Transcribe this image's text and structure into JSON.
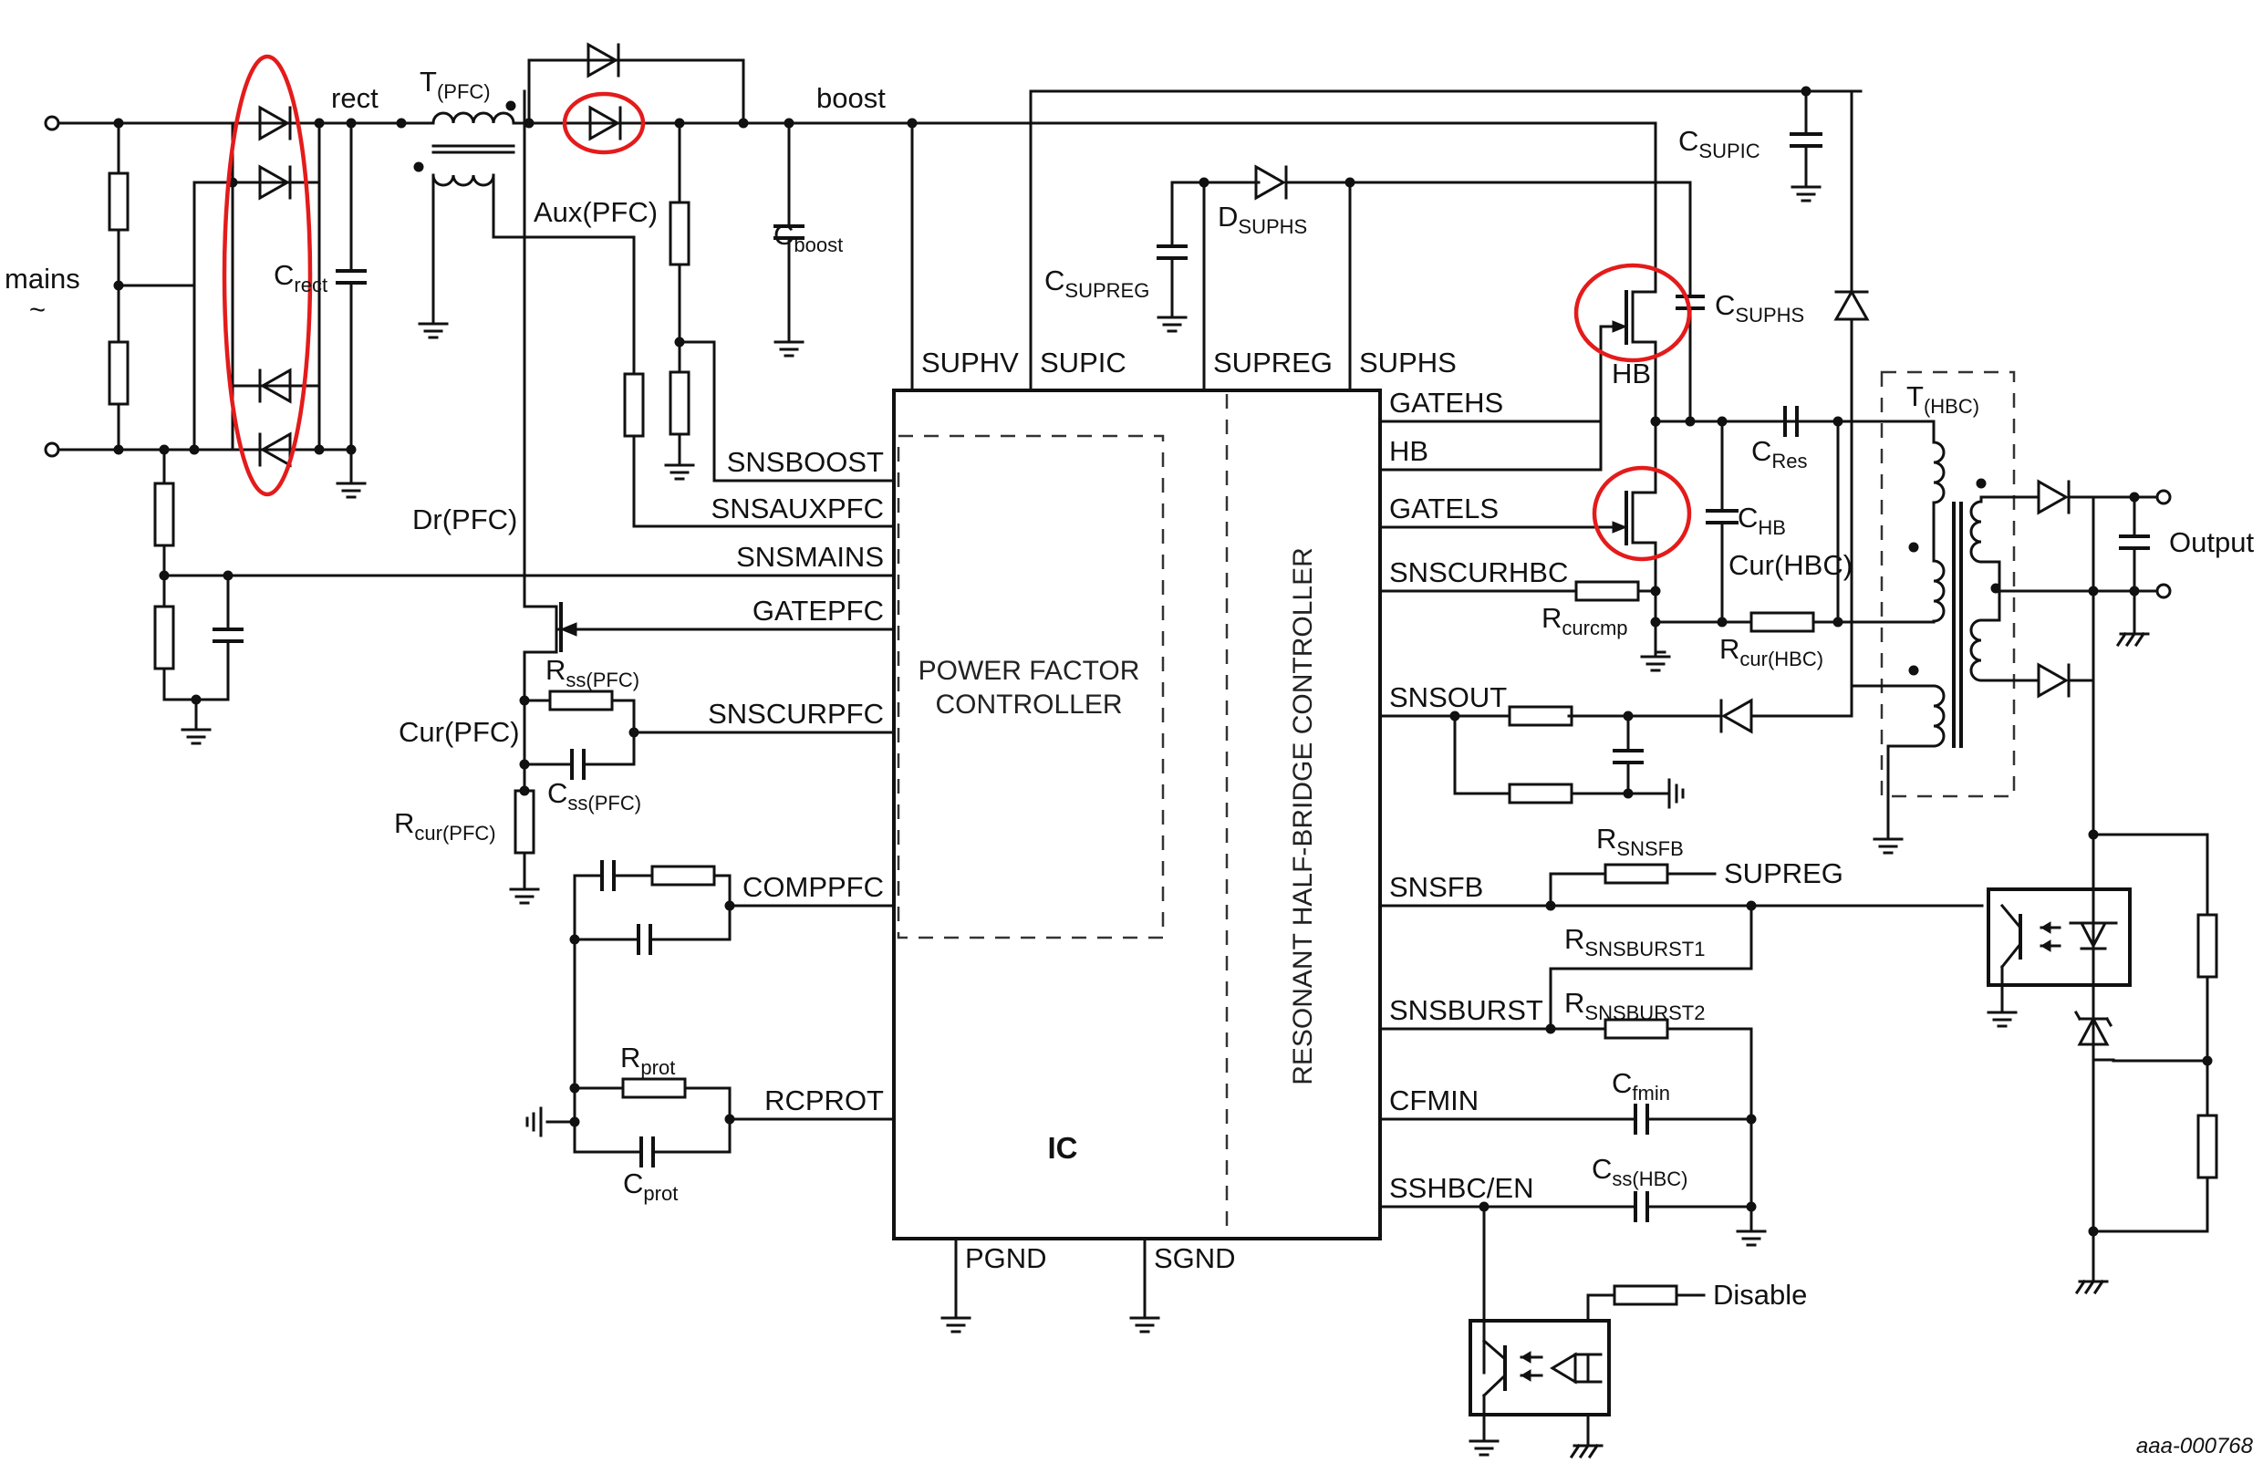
{
  "labels": {
    "mains": "mains",
    "tilde": "~",
    "rect": "rect",
    "boost": "boost",
    "aux_pfc": "Aux(PFC)",
    "dr_pfc": "Dr(PFC)",
    "cur_pfc": "Cur(PFC)",
    "cur_hbc": "Cur(HBC)",
    "hb": "HB",
    "output": "Output",
    "supreg_ref": "SUPREG",
    "disable": "Disable",
    "ic": "IC",
    "pfc_block_line1": "POWER FACTOR",
    "pfc_block_line2": "CONTROLLER",
    "hbc_block": "RESONANT HALF-BRIDGE CONTROLLER",
    "ref_number": "aaa-000768"
  },
  "components": {
    "t_pfc": {
      "main": "T",
      "sub": "(PFC)"
    },
    "c_rect": {
      "main": "C",
      "sub": "rect"
    },
    "c_boost": {
      "main": "C",
      "sub": "boost"
    },
    "c_supic": {
      "main": "C",
      "sub": "SUPIC"
    },
    "c_supreg": {
      "main": "C",
      "sub": "SUPREG"
    },
    "d_suphs": {
      "main": "D",
      "sub": "SUPHS"
    },
    "c_suphs": {
      "main": "C",
      "sub": "SUPHS"
    },
    "c_res": {
      "main": "C",
      "sub": "Res"
    },
    "c_hb": {
      "main": "C",
      "sub": "HB"
    },
    "t_hbc": {
      "main": "T",
      "sub": "(HBC)"
    },
    "r_curcmp": {
      "main": "R",
      "sub": "curcmp"
    },
    "r_cur_hbc": {
      "main": "R",
      "sub": "cur(HBC)"
    },
    "r_ss_pfc": {
      "main": "R",
      "sub": "ss(PFC)"
    },
    "c_ss_pfc": {
      "main": "C",
      "sub": "ss(PFC)"
    },
    "r_cur_pfc": {
      "main": "R",
      "sub": "cur(PFC)"
    },
    "r_snsfb": {
      "main": "R",
      "sub": "SNSFB"
    },
    "r_snsburst1": {
      "main": "R",
      "sub": "SNSBURST1"
    },
    "r_snsburst2": {
      "main": "R",
      "sub": "SNSBURST2"
    },
    "r_prot": {
      "main": "R",
      "sub": "prot"
    },
    "c_prot": {
      "main": "C",
      "sub": "prot"
    },
    "c_fmin": {
      "main": "C",
      "sub": "fmin"
    },
    "c_ss_hbc": {
      "main": "C",
      "sub": "ss(HBC)"
    }
  },
  "pins": {
    "suphv": "SUPHV",
    "supic": "SUPIC",
    "supreg": "SUPREG",
    "suphs": "SUPHS",
    "snsboost": "SNSBOOST",
    "snsauxpfc": "SNSAUXPFC",
    "snsmains": "SNSMAINS",
    "gatepfc": "GATEPFC",
    "snscurpfc": "SNSCURPFC",
    "comppfc": "COMPPFC",
    "rcprot": "RCPROT",
    "gatehs": "GATEHS",
    "hb": "HB",
    "gatels": "GATELS",
    "snscurhbc": "SNSCURHBC",
    "snsout": "SNSOUT",
    "snsfb": "SNSFB",
    "snsburst": "SNSBURST",
    "cfmin": "CFMIN",
    "sshbc_en": "SSHBC/EN",
    "pgnd": "PGND",
    "sgnd": "SGND"
  },
  "colors": {
    "wire": "#111111",
    "highlight": "#e41b1b",
    "background": "#ffffff"
  }
}
